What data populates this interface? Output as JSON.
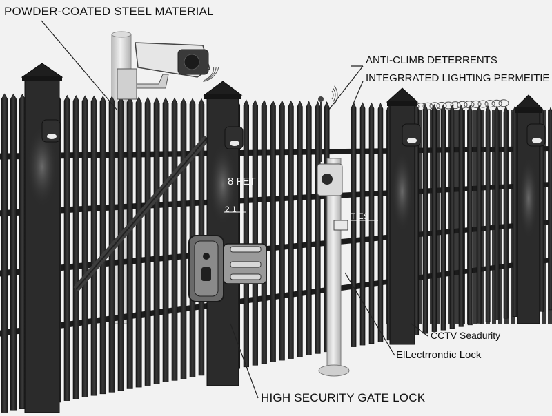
{
  "labels": {
    "material": "POWDER-COATED STEEL MATERIAL",
    "anti_climb": "ANTI-CLIMB DETERRENTS",
    "lighting": "INTEGRRATED LIGHTING PERMEITIE",
    "height": "8 FET",
    "spacing": "2 1",
    "ties": "TIES",
    "cctv": "CCTV Seadurity",
    "elock": "ElLectrrondic Lock",
    "gate_lock": "HIGH SECURITY GATE LOCK"
  },
  "colors": {
    "background": "#f2f2f2",
    "steel": "#2b2b2b",
    "steel_dark": "#1b1b1b",
    "pole": "#d9d9d9",
    "camera": "#e6e6e6",
    "leader": "#222222"
  }
}
